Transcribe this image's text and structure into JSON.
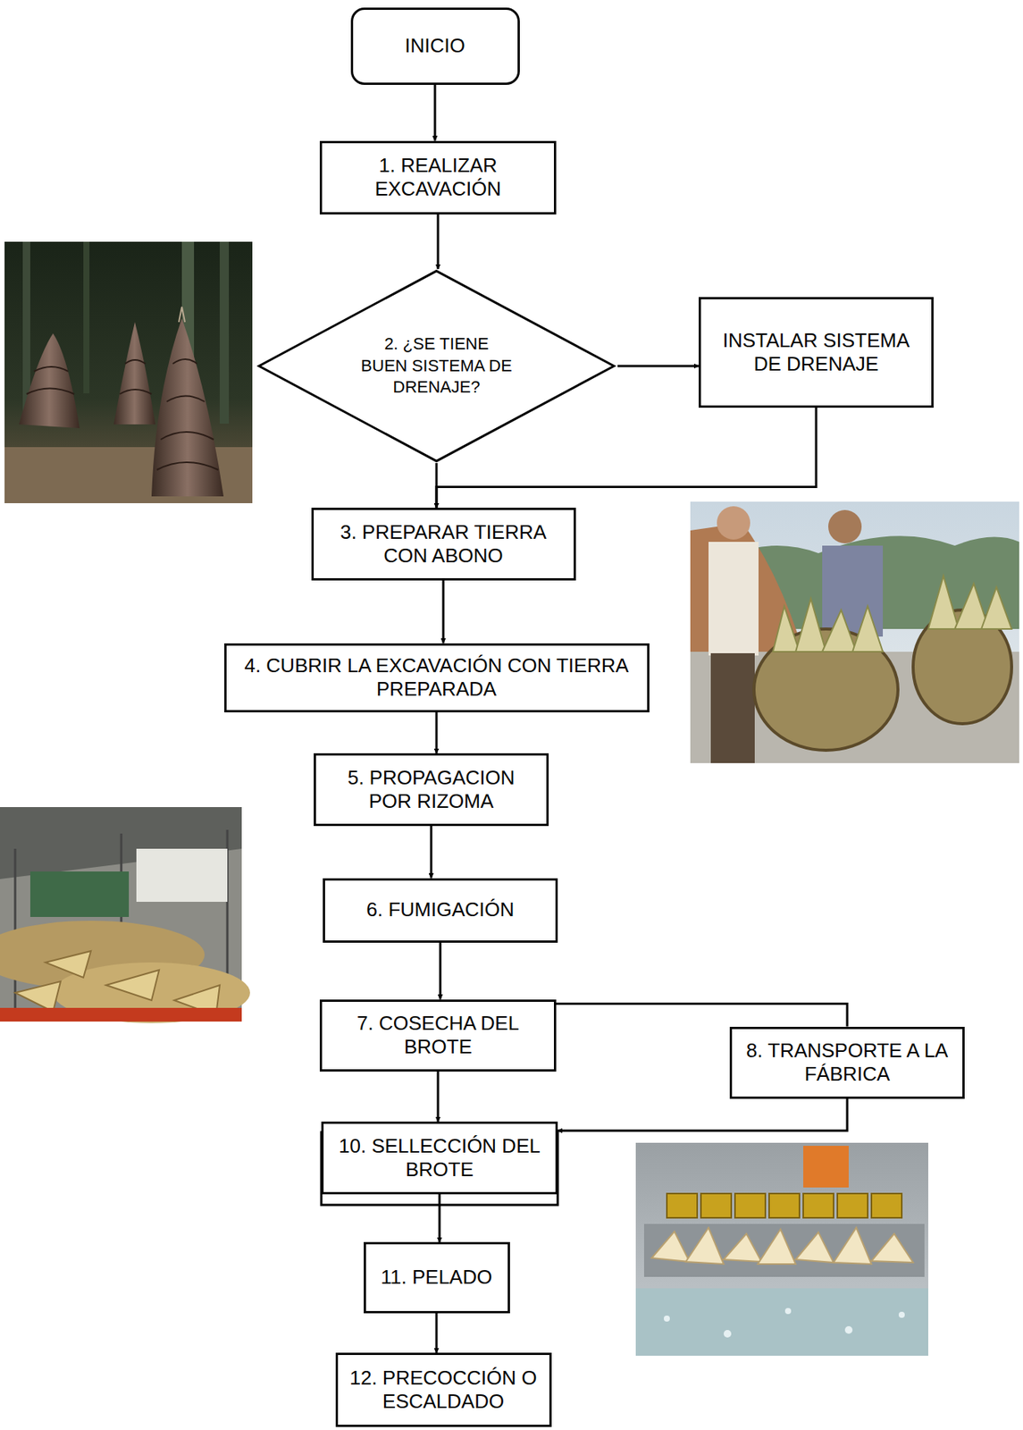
{
  "diagram": {
    "nodes": [
      {
        "text": [
          "INICIO"
        ]
      },
      {
        "text": [
          "1. REALIZAR EXCAVACIÓN"
        ]
      },
      {
        "text": [
          "2. ¿SE TIENE BUEN SISTEMA DE DRENAJE?"
        ]
      },
      {
        "text": [
          "INSTALAR SISTEMA DE DRENAJE"
        ]
      },
      {
        "text": [
          "3. PREPARAR TIERRA CON ABONO"
        ]
      },
      {
        "text": [
          "4. CUBRIR LA EXCAVACIÓN CON TIERRA PREPARADA"
        ]
      },
      {
        "text": [
          "5. PROPAGACION POR RIZOMA"
        ]
      },
      {
        "text": [
          "6. FUMIGACIÓN"
        ]
      },
      {
        "text": [
          "7. COSECHA DEL BROTE"
        ]
      },
      {
        "text": [
          "8. TRANSPORTE A LA FÁBRICA"
        ]
      },
      {
        "text": [
          "10. SELLECCIÓN DEL BROTE"
        ]
      },
      {
        "text": [
          "11. PELADO"
        ]
      },
      {
        "text": [
          "12. PRECOCCIÓN O ESCALDADO"
        ]
      }
    ],
    "edges": [
      {
        "from": 0,
        "to": 1,
        "arrow": "to"
      },
      {
        "from": 1,
        "to": 2,
        "arrow": "to"
      },
      {
        "from": 2,
        "to": 3,
        "arrow": "to"
      },
      {
        "from": 3,
        "to": 4,
        "arrow": "to"
      },
      {
        "from": 2,
        "to": 4,
        "arrow": "to"
      },
      {
        "from": 4,
        "to": 5,
        "arrow": "to"
      },
      {
        "from": 5,
        "to": 6,
        "arrow": "to"
      },
      {
        "from": 6,
        "to": 7,
        "arrow": "to"
      },
      {
        "from": 7,
        "to": 8,
        "arrow": "to"
      },
      {
        "from": 8,
        "to": 10,
        "arrow": "to"
      },
      {
        "from": 8,
        "to": 9,
        "arrow": "none"
      },
      {
        "from": 9,
        "to": 10,
        "arrow": "to"
      },
      {
        "from": 10,
        "to": 11,
        "arrow": "to"
      },
      {
        "from": 11,
        "to": 12,
        "arrow": "to"
      }
    ]
  }
}
